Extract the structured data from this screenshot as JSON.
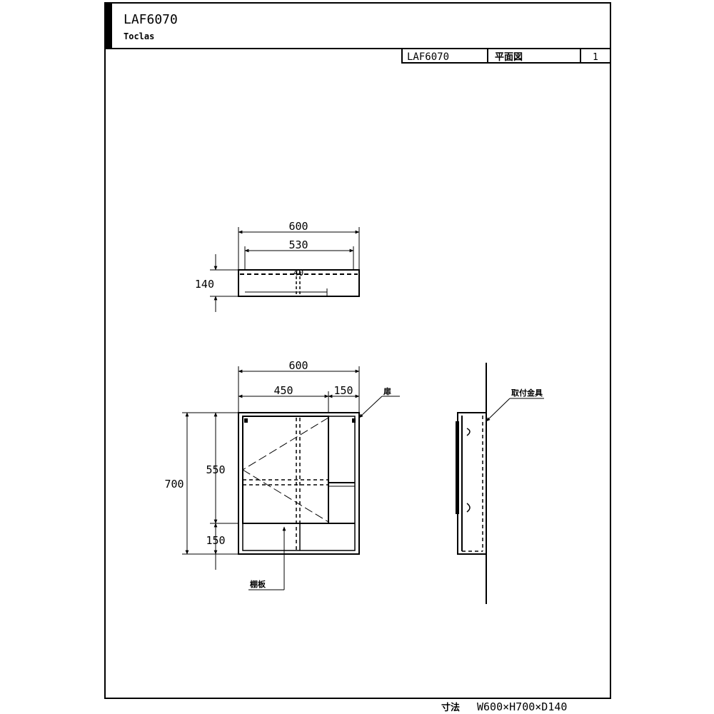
{
  "title_block": {
    "model": "LAF6070",
    "maker": "Toclas"
  },
  "info_row": {
    "model": "LAF6070",
    "sheet_label": "平面図",
    "page": "1"
  },
  "top_view": {
    "width": "600",
    "inner_width": "530",
    "depth": "140",
    "center_mark": "40"
  },
  "front_view": {
    "width": "600",
    "left_width": "450",
    "right_width": "150",
    "height": "700",
    "upper_height": "550",
    "lower_height": "150",
    "label_top": "扉",
    "label_bottom": "棚板"
  },
  "side_view": {
    "label": "取付金具"
  },
  "footer": {
    "label": "寸法",
    "dimensions": "W600×H700×D140"
  }
}
